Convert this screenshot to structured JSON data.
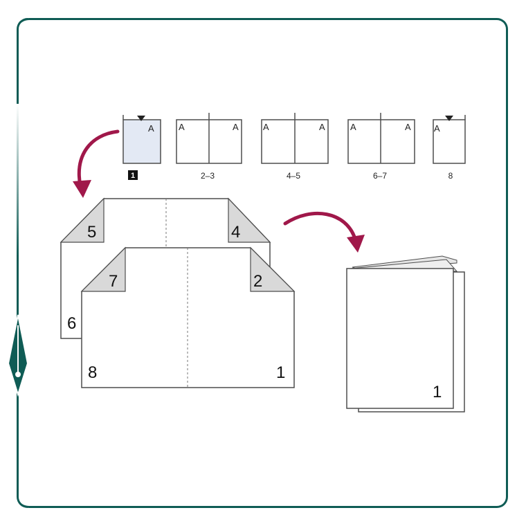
{
  "colors": {
    "frame": "#0f5c55",
    "arrow": "#a0184a",
    "page_fill": "#ffffff",
    "page_stroke": "#4d4d4d",
    "selected_page_fill": "#e3e9f4",
    "corner_fill": "#d9d9d9"
  },
  "thumbnails": {
    "master_letter": "A",
    "labels": [
      "1",
      "2–3",
      "4–5",
      "6–7",
      "8"
    ]
  },
  "sheet_back": {
    "left_number": "6",
    "left_corner_number": "5",
    "right_corner_number": "4"
  },
  "sheet_front": {
    "left_number": "8",
    "right_number": "1",
    "left_corner_number": "7",
    "right_corner_number": "2"
  },
  "booklet": {
    "page_number": "1"
  },
  "icons": [
    "pen-nib-icon",
    "curved-arrow-icon"
  ]
}
